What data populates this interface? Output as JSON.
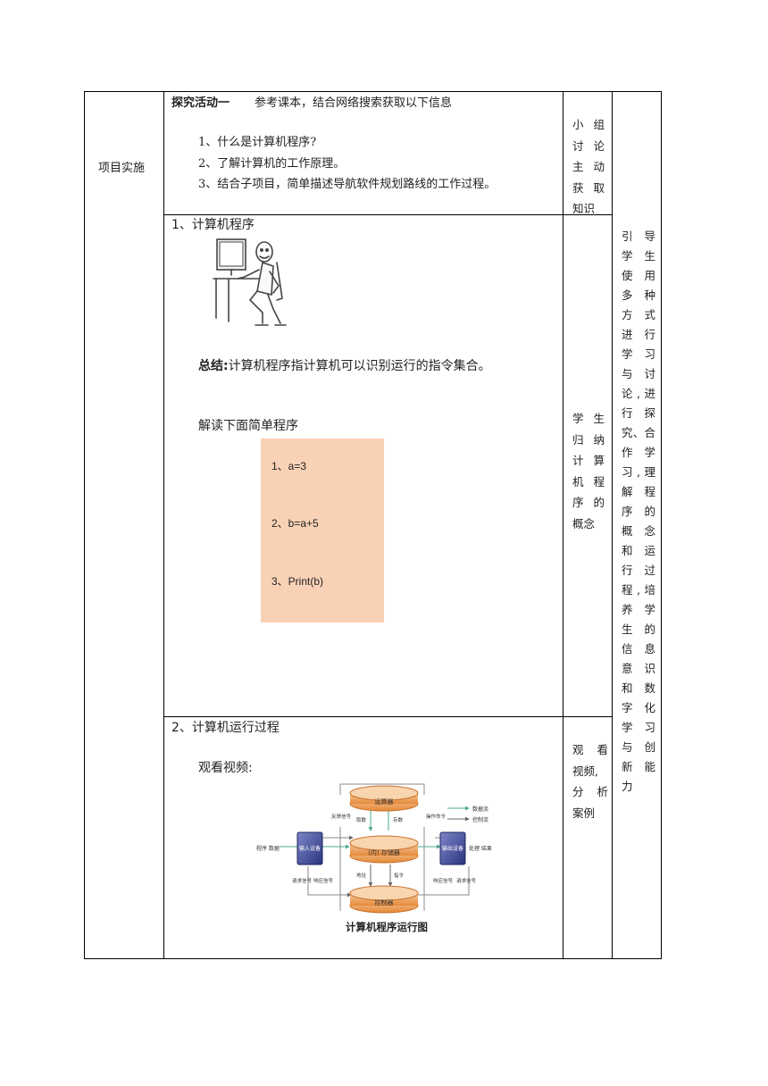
{
  "table": {
    "row_label": "项目实施",
    "activity": {
      "title": "探究活动一",
      "intro": "参考课本，结合网络搜索获取以下信息",
      "items": [
        "1、什么是计算机程序?",
        "2、了解计算机的工作原理。",
        "3、结合子项目，简单描述导航软件规划路线的工作过程。"
      ],
      "side_note": [
        "小 组",
        "讨 论",
        "主 动",
        "获 取",
        "知识"
      ]
    },
    "section1": {
      "heading": "1、计算机程序",
      "summary_label": "总结:",
      "summary_text": "计算机程序指计算机可以识别运行的指令集合。",
      "read_prompt": "解读下面简单程序",
      "code_lines": [
        "1、a=3",
        "2、b=a+5",
        "3、Print(b)"
      ],
      "side_note": [
        "学 生",
        "归 纳",
        "计 算",
        "机 程",
        "序 的",
        "概念"
      ]
    },
    "section2": {
      "heading": "2、计算机运行过程",
      "video_prompt": "观看视频:",
      "side_note": [
        "观 看",
        "视频,",
        "分 析",
        "案例"
      ]
    },
    "right_col": [
      "引 导",
      "学 生",
      "使 用",
      "多 种",
      "方 式",
      "进 行",
      "学 习",
      "与 讨",
      "论,进",
      "行 探",
      "究、合",
      "作 学",
      "习,理",
      "解 程",
      "序 的",
      "概 念",
      "和 运",
      "行 过",
      "程,培",
      "养 学",
      "生 的",
      "信 息",
      "意 识",
      "和 数",
      "字 化",
      "学 习",
      "与 创",
      "新 能",
      "力"
    ]
  },
  "diagram": {
    "caption": "计算机程序运行图",
    "alu": "运算器",
    "memory": "(内) 存储器",
    "control": "控制器",
    "input_device": "输入设备",
    "output_device": "输出设备",
    "left_input": "程序 数据",
    "right_output": "处理 结果",
    "legend_data": "数据流",
    "legend_control": "控制流",
    "feedback": "反馈信号",
    "fetch": "取数",
    "store": "存数",
    "op_cmd": "操作命令",
    "address": "地址",
    "instruction": "指令",
    "request_l": "请求信号",
    "response_l": "响应信号",
    "response_r": "响应信号",
    "request_r": "请求信号"
  }
}
